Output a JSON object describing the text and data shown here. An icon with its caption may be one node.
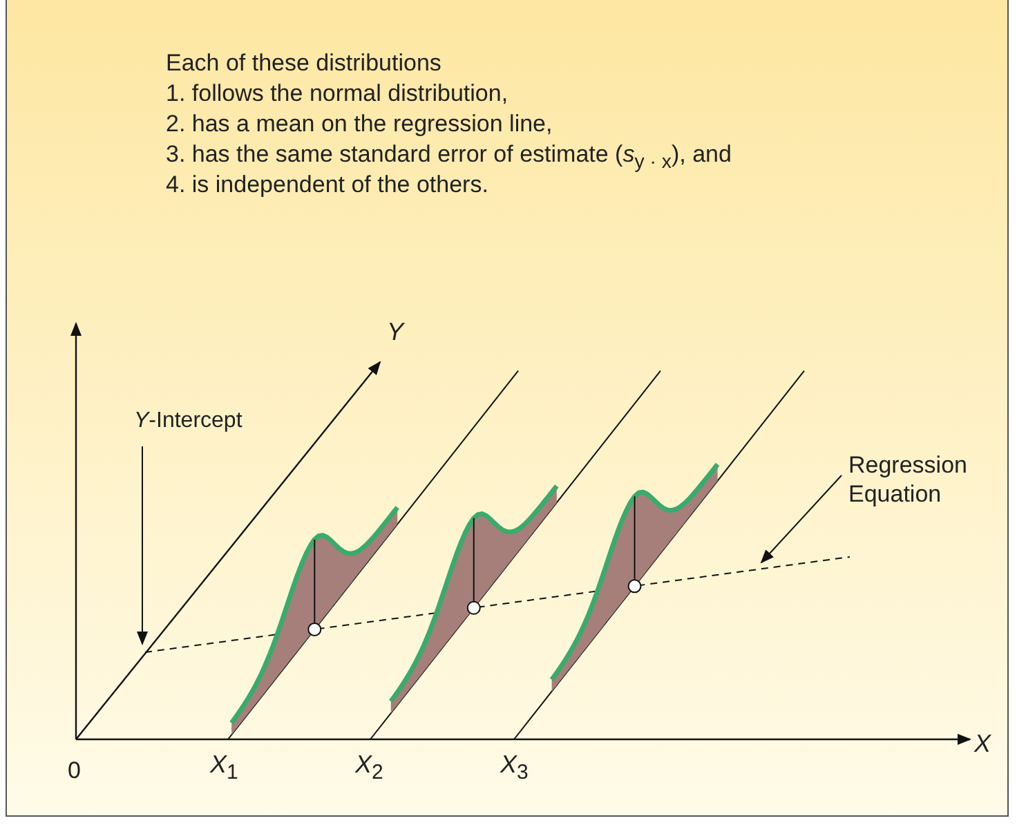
{
  "diagram": {
    "nodes": [
      {
        "text": [
          "*Y*-Intercept"
        ]
      },
      {
        "text": [
          "Regression Equation"
        ]
      }
    ],
    "edges": [
      {
        "from": 0,
        "to": null,
        "arrow": "to"
      },
      {
        "from": 1,
        "to": null,
        "arrow": "to"
      }
    ],
    "labels": [
      "Each of these distributions",
      "1. follows the normal distribution,",
      "2. has a mean on the regression line,",
      "3. has the same standard error of estimate (*s*$_{y · x}$), and",
      "4. is independent of the others.",
      "Y",
      "0",
      "*X*$_{1}$",
      "*X*$_{2}$",
      "*X*$_{3}$",
      "X"
    ]
  }
}
